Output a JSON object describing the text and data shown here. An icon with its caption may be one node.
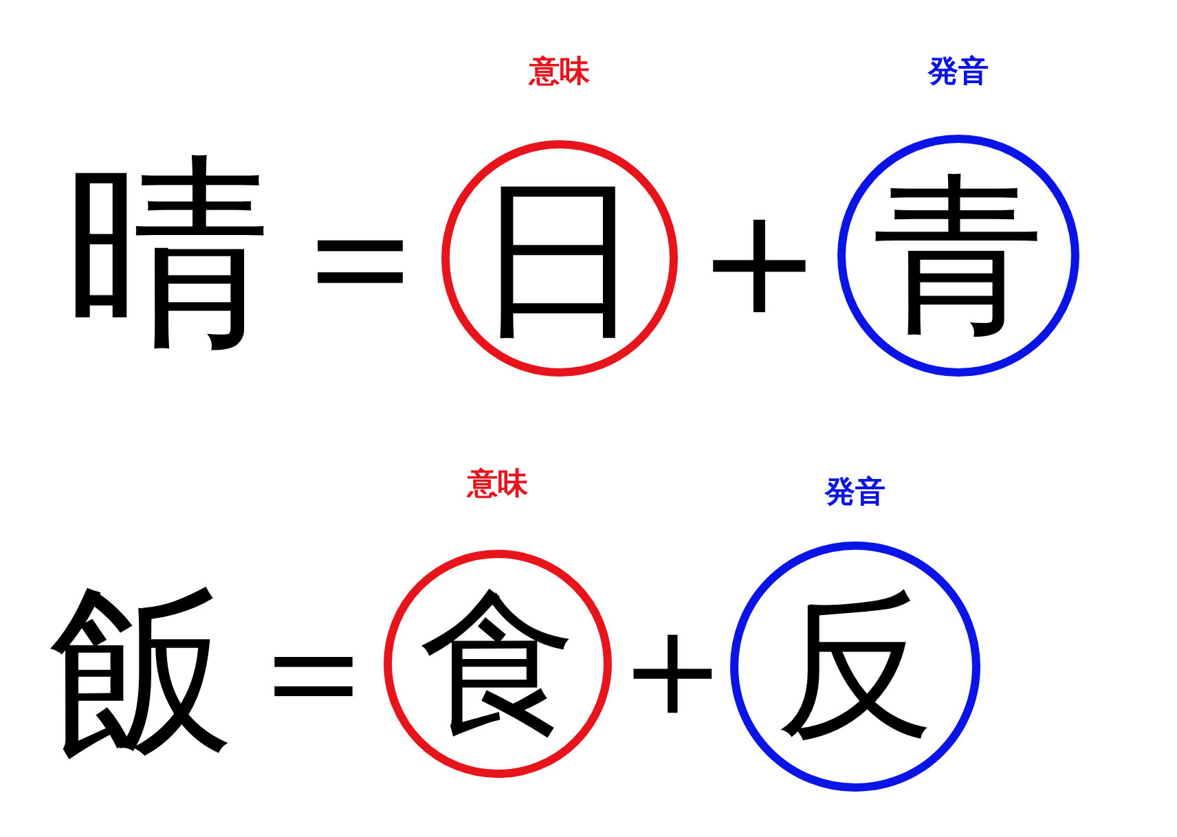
{
  "diagram": {
    "nodes": [
      {
        "text": [
          "日"
        ],
        "beside": [
          "意味"
        ]
      },
      {
        "text": [
          "青"
        ],
        "beside": [
          "発音"
        ]
      },
      {
        "text": [
          "食"
        ],
        "beside": [
          "意味"
        ]
      },
      {
        "text": [
          "反"
        ],
        "beside": [
          "発音"
        ]
      }
    ],
    "labels": [
      "晴",
      "＝",
      "＋",
      "飯",
      "＝",
      "＋"
    ]
  }
}
